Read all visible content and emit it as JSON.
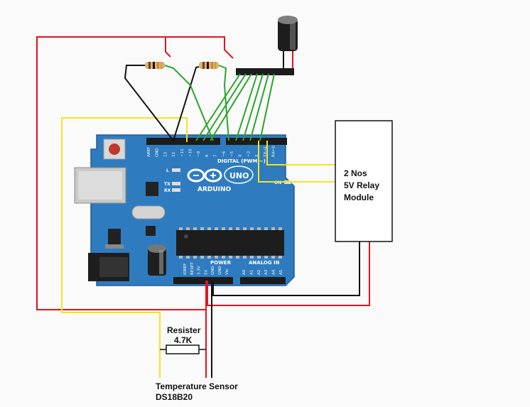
{
  "board": {
    "brand": "ARDUINO",
    "model": "UNO",
    "digital_label": "DIGITAL (PWM ~)",
    "power_label": "POWER",
    "analog_label": "ANALOG IN",
    "led_l": "L",
    "led_tx": "TX",
    "led_rx": "RX",
    "on_label": "ON",
    "top_pins": [
      "AREF",
      "GND",
      "13",
      "12",
      "~11",
      "~10",
      "~9",
      "8",
      "7",
      "~6",
      "~5",
      "4",
      "~3",
      "2",
      "TX→1",
      "RX←0"
    ],
    "power_pins": [
      "IOREF",
      "RESET",
      "3.3V",
      "5V",
      "GND",
      "GND",
      "Vin"
    ],
    "analog_pins": [
      "A0",
      "A1",
      "A2",
      "A3",
      "A4",
      "A5"
    ]
  },
  "relay": {
    "line1": "2 Nos",
    "line2": "5V Relay",
    "line3": "Module"
  },
  "resistor": {
    "title": "Resister",
    "value": "4.7K"
  },
  "sensor": {
    "line1": "Temperature Sensor",
    "line2": "DS18B20"
  },
  "colors": {
    "board": "#2f7bbf",
    "wire_red": "#e0141e",
    "wire_black": "#111111",
    "wire_green": "#2aa52a",
    "wire_yellow": "#f0e61e"
  }
}
